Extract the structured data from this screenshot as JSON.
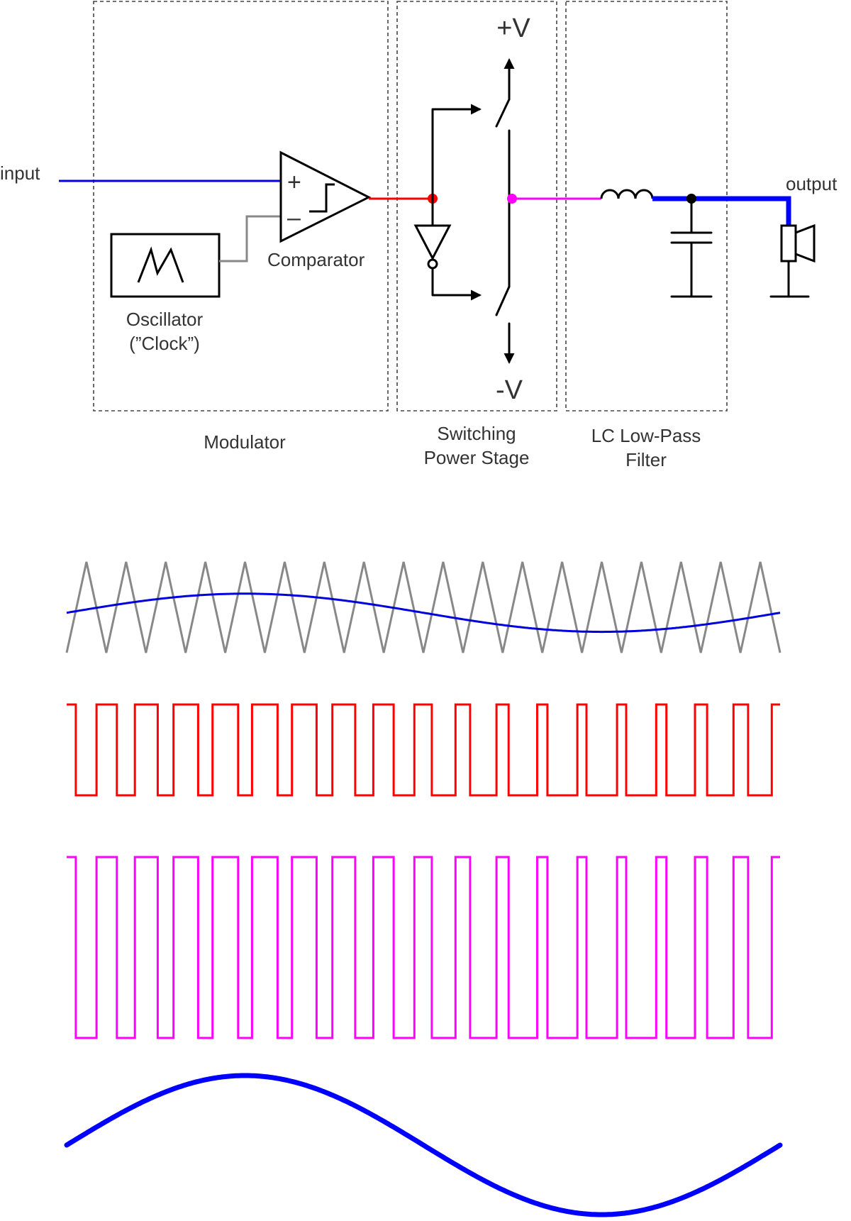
{
  "labels": {
    "input": "input",
    "output": "output",
    "comparator": "Comparator",
    "oscillator_line1": "Oscillator",
    "oscillator_line2": "(”Clock”)",
    "plus_v": "+V",
    "minus_v": "-V",
    "plus_sign": "+",
    "minus_sign": "–"
  },
  "sections": {
    "modulator": "Modulator",
    "switching_line1": "Switching",
    "switching_line2": "Power Stage",
    "filter_line1": "LC Low-Pass",
    "filter_line2": "Filter"
  },
  "colors": {
    "input_signal": "#0000dd",
    "oscillator_signal": "#888888",
    "comparator_output": "#ff0000",
    "switch_output": "#ff00ff",
    "filtered_output": "#0000ff",
    "wiring": "#000000"
  },
  "waveforms": {
    "triangle_cycles": 18,
    "sine_cycles": 1,
    "input_sine_amplitude": 0.42,
    "input_sine_offset": -0.12
  }
}
